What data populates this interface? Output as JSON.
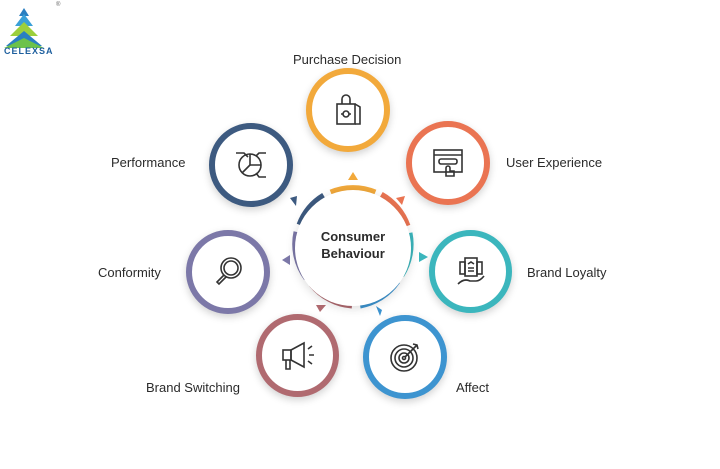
{
  "logo": {
    "text": "CELEXSA",
    "registered": "®"
  },
  "hub": {
    "line1": "Consumer",
    "line2": "Behaviour"
  },
  "nodes": [
    {
      "label": "Purchase Decision",
      "icon": "shopping-bag-icon",
      "color": "#f2a93b"
    },
    {
      "label": "User Experience",
      "icon": "browser-click-icon",
      "color": "#ea7452"
    },
    {
      "label": "Brand Loyalty",
      "icon": "loyalty-card-hand-icon",
      "color": "#3bb6bd"
    },
    {
      "label": "Affect",
      "icon": "target-icon",
      "color": "#3d94d0"
    },
    {
      "label": "Brand Switching",
      "icon": "megaphone-icon",
      "color": "#b06a70"
    },
    {
      "label": "Conformity",
      "icon": "magnifier-icon",
      "color": "#7c78a8"
    },
    {
      "label": "Performance",
      "icon": "pie-chart-icon",
      "color": "#3d5a80"
    }
  ]
}
